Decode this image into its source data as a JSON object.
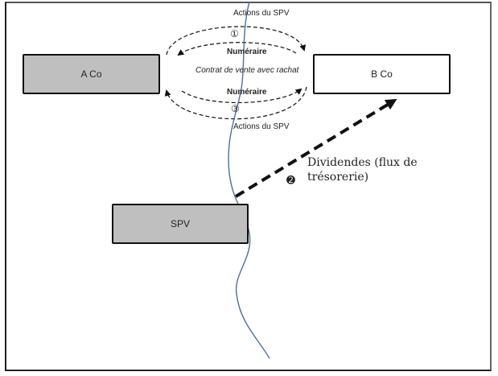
{
  "entities": {
    "a_co": "A Co",
    "b_co": "B Co",
    "spv": "SPV"
  },
  "flows": {
    "top_actions": "Actions du SPV",
    "step1": "①",
    "top_cash": "Numéraire",
    "contract": "Contrat de vente avec rachat",
    "bottom_cash": "Numéraire",
    "step3": "③",
    "bottom_actions": "Actions du SPV",
    "step2": "➋",
    "dividends_line1": "Dividendes (flux de",
    "dividends_line2": "trésorerie)"
  },
  "colors": {
    "border_line": "#4a6fa5",
    "box_gray": "#bfbfbf",
    "arrow": "#111111"
  }
}
